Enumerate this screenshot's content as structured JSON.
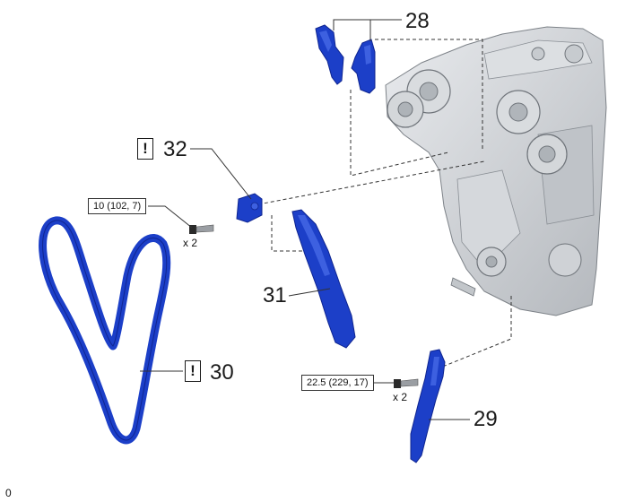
{
  "callouts": {
    "c28": "28",
    "c29": "29",
    "c30": "30",
    "c31": "31",
    "c32": "32"
  },
  "notes": {
    "icon_glyph": "!"
  },
  "torque": {
    "t1": "10 (102, 7)",
    "t2": "22.5 (229, 17)"
  },
  "quantity": {
    "q1": "x 2",
    "q2": "x 2"
  },
  "figure_id": "0",
  "colors": {
    "part_blue": "#1c3fc8",
    "part_blue_dark": "#0f2590",
    "engine_gray": "#c9ccd0",
    "leader": "#333333"
  }
}
